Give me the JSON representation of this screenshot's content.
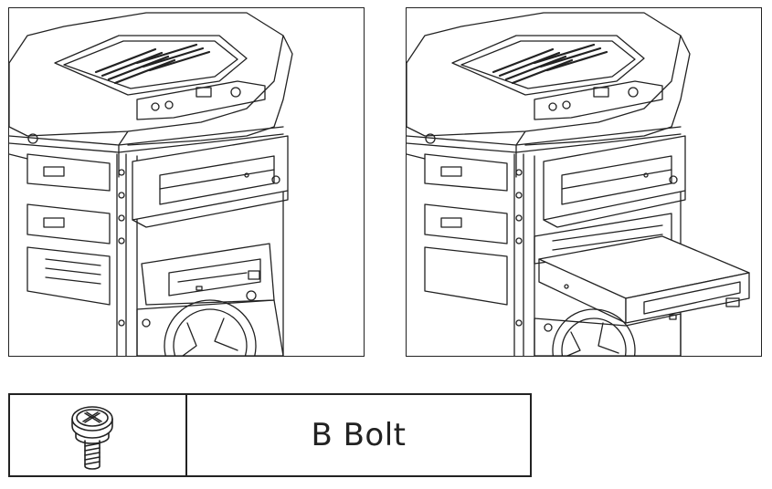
{
  "legend": {
    "label": "B Bolt",
    "icon": "b-bolt-icon"
  },
  "panels": {
    "left_state": "drive-installed",
    "right_state": "floppy-drive-slid-out"
  },
  "colors": {
    "line": "#222222",
    "background": "#ffffff"
  }
}
